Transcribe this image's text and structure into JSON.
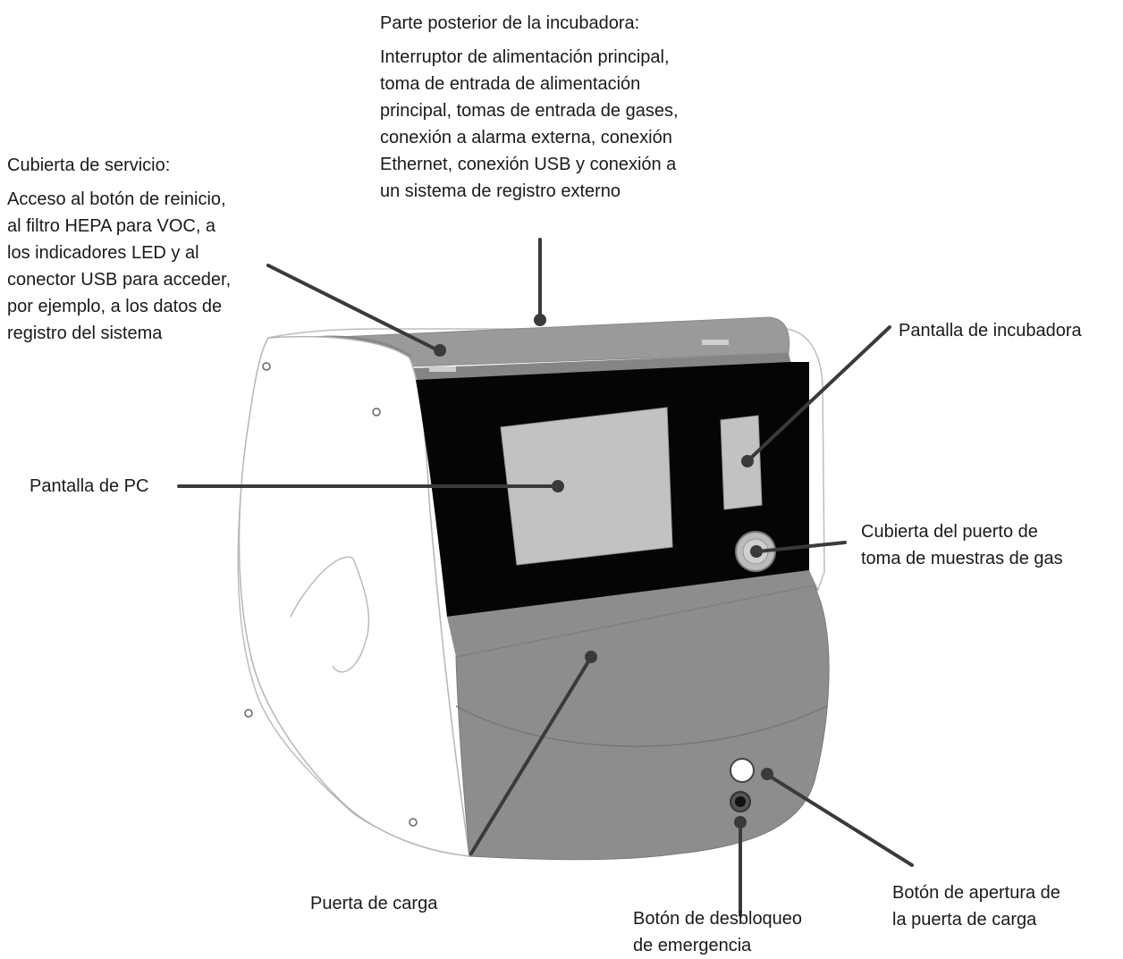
{
  "callouts": {
    "rear": {
      "title": "Parte posterior de la incubadora:",
      "lines": [
        "Interruptor de alimentación principal,",
        "toma de entrada de alimentación",
        "principal, tomas de entrada de gases,",
        "conexión a alarma externa, conexión",
        "Ethernet, conexión USB y conexión a",
        "un sistema de registro externo"
      ]
    },
    "service_cover": {
      "title": "Cubierta de servicio:",
      "lines": [
        "Acceso al botón de reinicio,",
        "al filtro HEPA para VOC, a",
        "los indicadores LED y al",
        "conector USB para acceder,",
        "por ejemplo, a los datos de",
        "registro del sistema"
      ]
    },
    "incubator_display": {
      "lines": [
        "Pantalla de incubadora"
      ]
    },
    "pc_display": {
      "lines": [
        "Pantalla de PC"
      ]
    },
    "gas_port_cover": {
      "lines": [
        "Cubierta del puerto de",
        "toma de muestras de gas"
      ]
    },
    "loading_door": {
      "lines": [
        "Puerta de carga"
      ]
    },
    "emergency_release": {
      "lines": [
        "Botón de desbloqueo",
        "de emergencia"
      ]
    },
    "door_open_button": {
      "lines": [
        "Botón de apertura de",
        "la puerta de carga"
      ]
    }
  },
  "colors": {
    "leader": "#3a3a3a",
    "panel_black": "#050505",
    "screen_grey": "#c2c2c2",
    "housing_grey": "#8d8d8d",
    "shell_white": "#ffffff",
    "outline": "#b8b8b8"
  }
}
